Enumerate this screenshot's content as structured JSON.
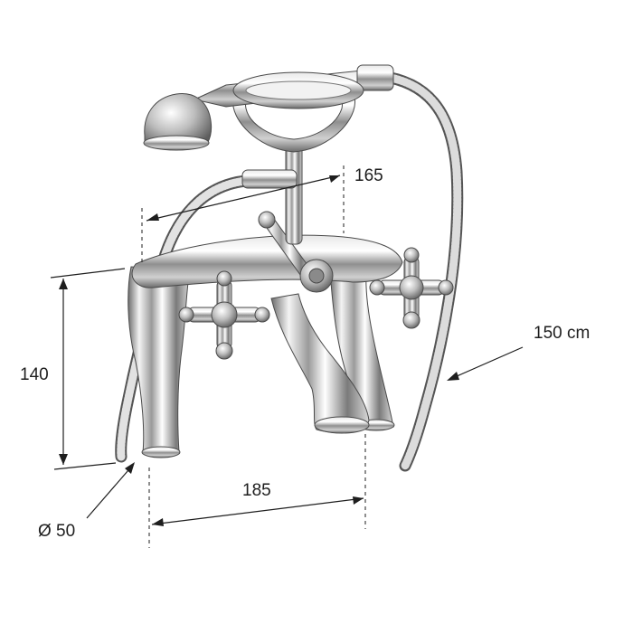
{
  "diagram": {
    "dimensions": {
      "depth": "165",
      "height": "140",
      "hose_length": "150 cm",
      "spacing": "185",
      "diameter": "Ø 50"
    }
  }
}
